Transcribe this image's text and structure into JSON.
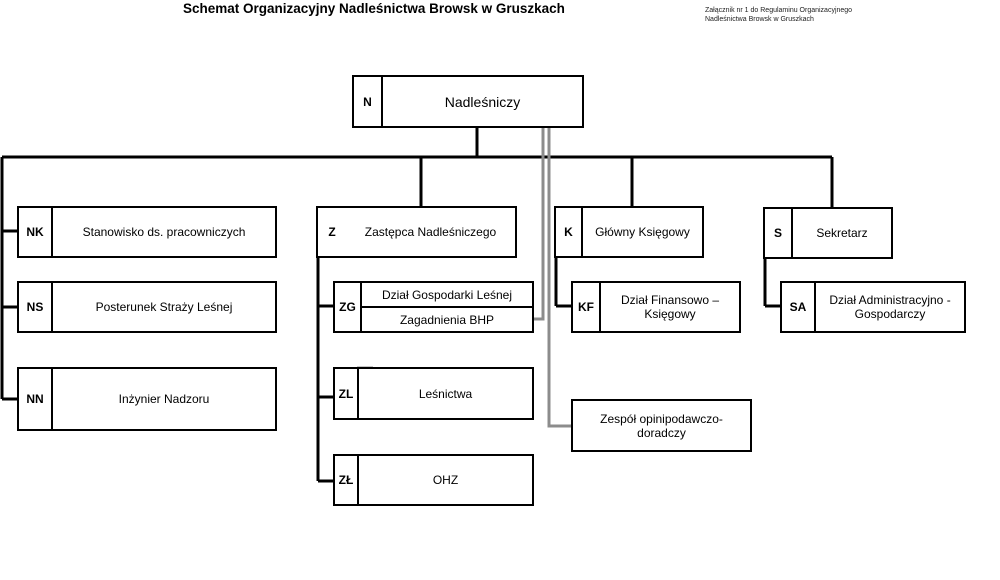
{
  "header": {
    "title": "Schemat Organizacyjny Nadleśnictwa Browsk w Gruszkach",
    "note_line1": "Załącznik nr 1 do Regulaminu Organizacyjnego",
    "note_line2": "Nadleśnictwa Browsk w Gruszkach"
  },
  "units": {
    "n": {
      "code": "N",
      "label": "Nadleśniczy"
    },
    "nk": {
      "code": "NK",
      "label": "Stanowisko ds. pracowniczych"
    },
    "ns": {
      "code": "NS",
      "label": "Posterunek Straży Leśnej"
    },
    "nn": {
      "code": "NN",
      "label": "Inżynier Nadzoru"
    },
    "z": {
      "code": "Z",
      "label": "Zastępca Nadleśniczego"
    },
    "zg": {
      "code": "ZG",
      "label": "Dział Gospodarki Leśnej",
      "label2": "Zagadnienia BHP"
    },
    "zl1": {
      "code": "ZL",
      "label": "Leśnictwa"
    },
    "zl2": {
      "code": "ZŁ",
      "label": "OHZ"
    },
    "k": {
      "code": "K",
      "label": "Główny Księgowy"
    },
    "kf": {
      "code": "KF",
      "label": "Dział Finansowo – Księgowy"
    },
    "s": {
      "code": "S",
      "label": "Sekretarz"
    },
    "sa": {
      "code": "SA",
      "label": "Dział Administracyjno - Gospodarczy"
    },
    "team": {
      "label": "Zespół opinipodawczo-doradczy"
    }
  },
  "colors": {
    "line": "#000000",
    "advisory_line": "#8c8c8c"
  }
}
